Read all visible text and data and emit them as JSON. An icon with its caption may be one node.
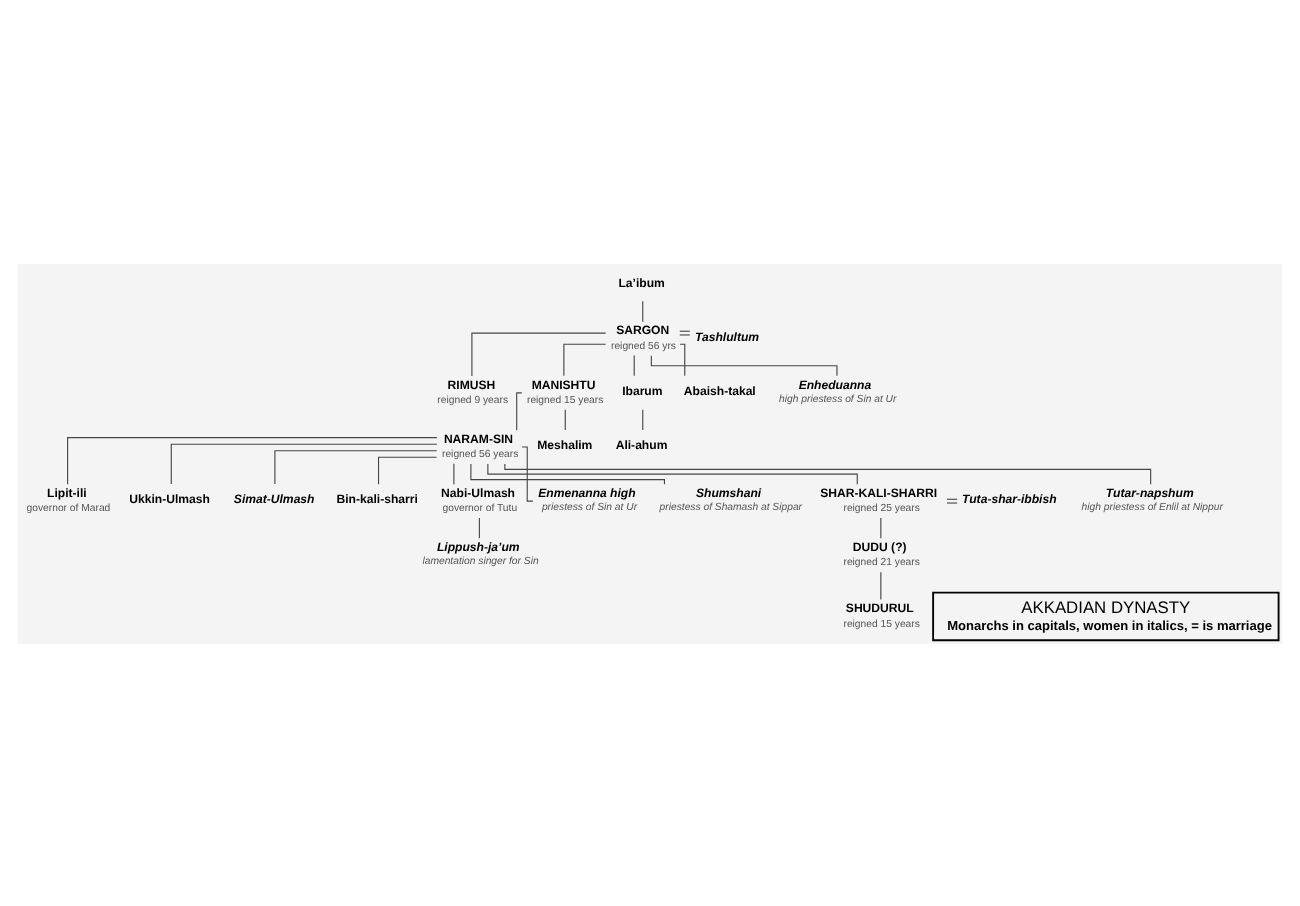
{
  "diagram": {
    "nodes": [
      {
        "text": [
          "La’ibum"
        ]
      },
      {
        "text": [
          "SARGON",
          "reigned 56 yrs"
        ]
      },
      {
        "text": [
          "Tashlultum"
        ]
      },
      {
        "text": [
          "RIMUSH",
          "reigned 9 years"
        ]
      },
      {
        "text": [
          "MANISHTU",
          "reigned 15 years"
        ]
      },
      {
        "text": [
          "Ibarum"
        ]
      },
      {
        "text": [
          "Abaish-takal"
        ]
      },
      {
        "text": [
          "Enheduanna",
          "high priestess of Sin at Ur"
        ]
      },
      {
        "text": [
          "Ali-ahum"
        ]
      },
      {
        "text": [
          "NARAM-SIN",
          "reigned 56 years"
        ]
      },
      {
        "text": [
          "Meshalim"
        ]
      },
      {
        "text": [
          "Lipit-ili",
          "governor of Marad"
        ]
      },
      {
        "text": [
          "Ukkin-Ulmash"
        ]
      },
      {
        "text": [
          "Simat-Ulmash"
        ]
      },
      {
        "text": [
          "Bin-kali-sharri"
        ]
      },
      {
        "text": [
          "Nabi-Ulmash",
          "governor of Tutu"
        ]
      },
      {
        "text": [
          "Enmenanna high",
          "priestess of Sin at Ur"
        ]
      },
      {
        "text": [
          "Shumshani",
          "priestess of Shamash at Sippar"
        ]
      },
      {
        "text": [
          "SHAR-KALI-SHARRI",
          "reigned 25 years"
        ]
      },
      {
        "text": [
          "Tuta-shar-ibbish"
        ]
      },
      {
        "text": [
          "Tutar-napshum",
          "high priestess of Enlil at Nippur"
        ]
      },
      {
        "text": [
          "DUDU (?)",
          "reigned 21 years"
        ]
      },
      {
        "text": [
          "Lippush-ja’um",
          "lamentation singer for Sin"
        ]
      },
      {
        "text": [
          "SHUDURUL",
          "reigned 15 years"
        ]
      },
      {
        "text": [
          "AKKADIAN DYNASTY",
          "Monarchs in capitals, women in italics, = is marriage"
        ]
      }
    ],
    "edges": [
      {
        "from": 0,
        "to": 1,
        "arrow": "none"
      },
      {
        "from": 1,
        "to": 2,
        "arrow": "none"
      },
      {
        "from": 1,
        "to": 3,
        "arrow": "none"
      },
      {
        "from": 1,
        "to": 4,
        "arrow": "none"
      },
      {
        "from": 1,
        "to": 5,
        "arrow": "none"
      },
      {
        "from": 1,
        "to": 6,
        "arrow": "none"
      },
      {
        "from": 1,
        "to": 7,
        "arrow": "none"
      },
      {
        "from": 5,
        "to": 8,
        "arrow": "none"
      },
      {
        "from": 4,
        "to": 9,
        "arrow": "none"
      },
      {
        "from": 4,
        "to": 10,
        "arrow": "none"
      },
      {
        "from": 9,
        "to": 18,
        "arrow": "none"
      },
      {
        "from": 9,
        "to": 14,
        "arrow": "none"
      },
      {
        "from": 9,
        "to": 11,
        "arrow": "none"
      },
      {
        "from": 9,
        "to": 15,
        "arrow": "none"
      },
      {
        "from": 9,
        "to": 12,
        "arrow": "none"
      },
      {
        "from": 9,
        "to": 16,
        "arrow": "none"
      },
      {
        "from": 9,
        "to": 13,
        "arrow": "none"
      },
      {
        "from": 9,
        "to": 17,
        "arrow": "none"
      },
      {
        "from": 9,
        "to": 20,
        "arrow": "none"
      },
      {
        "from": 18,
        "to": 19,
        "arrow": "none"
      },
      {
        "from": 18,
        "to": 21,
        "arrow": "none"
      },
      {
        "from": 21,
        "to": 23,
        "arrow": "none"
      },
      {
        "from": 15,
        "to": 22,
        "arrow": "none"
      }
    ]
  }
}
